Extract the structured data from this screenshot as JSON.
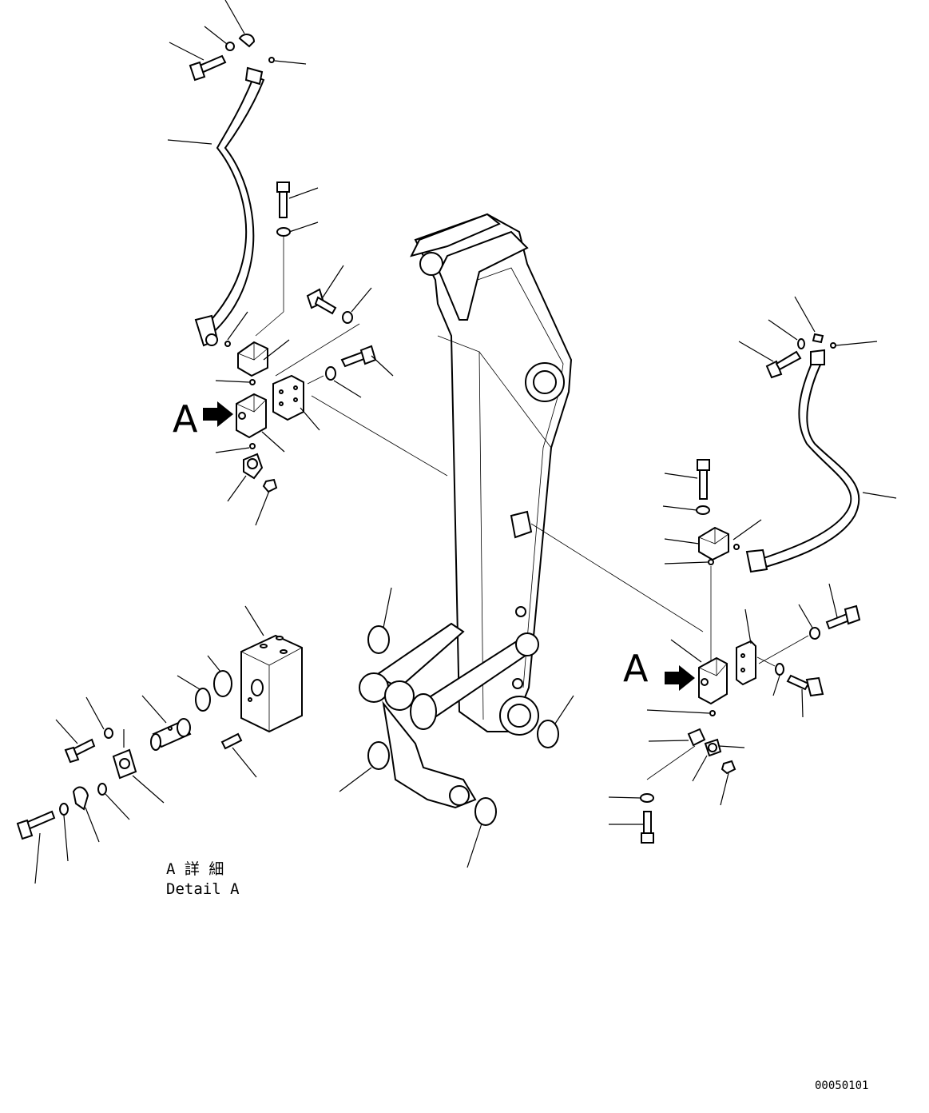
{
  "callouts": {
    "left_view_letter": "A",
    "right_view_letter": "A"
  },
  "detail": {
    "title_jp": "A 詳 細",
    "title_en": "Detail A"
  },
  "figure_number": "00050101"
}
